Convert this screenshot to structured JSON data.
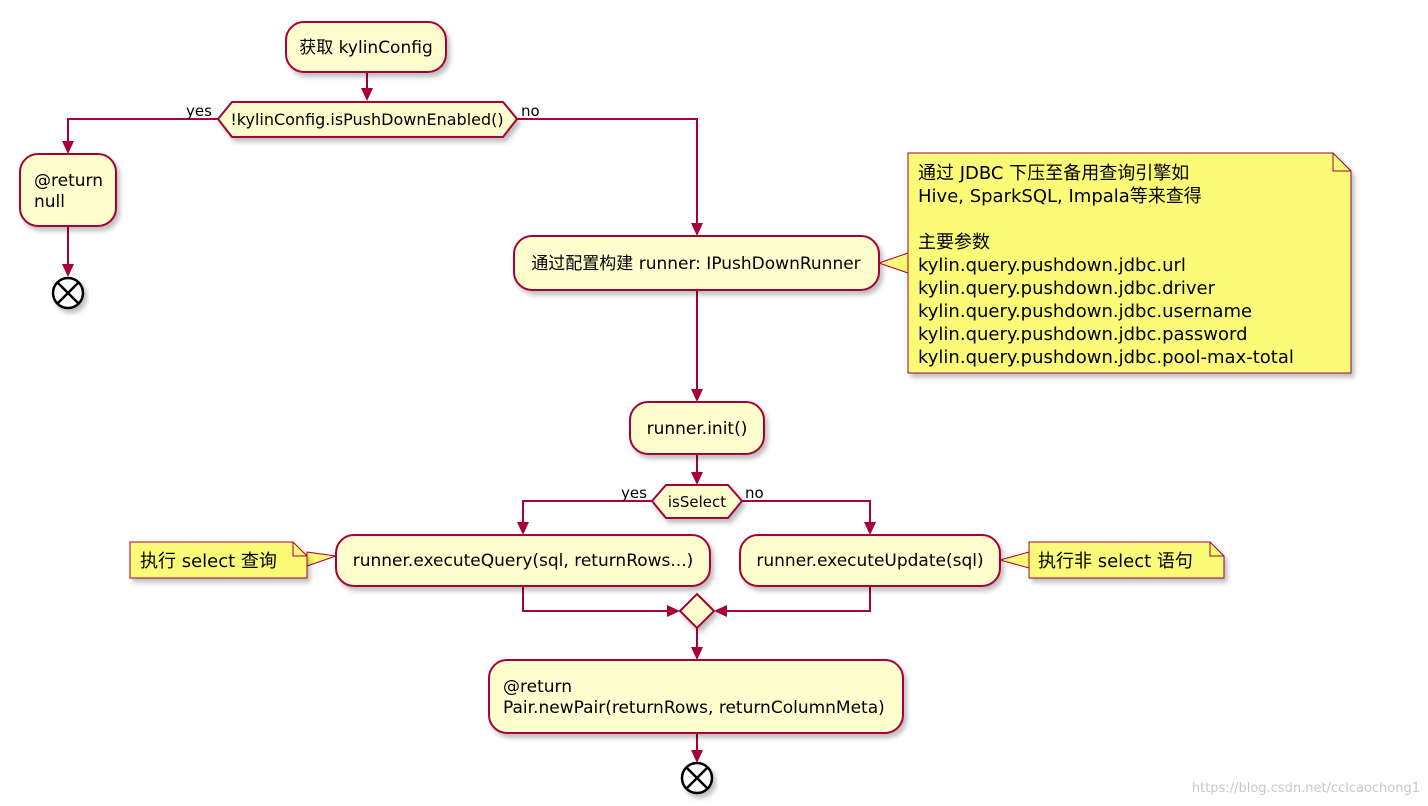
{
  "colors": {
    "line": "#A80036",
    "activity_fill": "#FEFECE",
    "note_fill": "#FBFB77",
    "shadow": "#c9c9c9"
  },
  "nodes": {
    "get_config": "获取 kylinConfig",
    "decision_pushdown": "!kylinConfig.isPushDownEnabled()",
    "return_null": [
      "@return",
      "null"
    ],
    "build_runner": "通过配置构建 runner: IPushDownRunner",
    "runner_init": "runner.init()",
    "decision_select": "isSelect",
    "execute_query": "runner.executeQuery(sql, returnRows...)",
    "execute_update": "runner.executeUpdate(sql)",
    "return_pair": [
      "@return",
      "Pair.newPair(returnRows, returnColumnMeta)"
    ]
  },
  "branches": {
    "pushdown_yes": "yes",
    "pushdown_no": "no",
    "select_yes": "yes",
    "select_no": "no"
  },
  "notes": {
    "jdbc_note": [
      "通过 JDBC 下压至备用查询引擎如",
      "Hive, SparkSQL, Impala等来查得",
      "",
      "主要参数",
      "kylin.query.pushdown.jdbc.url",
      "kylin.query.pushdown.jdbc.driver",
      "kylin.query.pushdown.jdbc.username",
      "kylin.query.pushdown.jdbc.password",
      "kylin.query.pushdown.jdbc.pool-max-total"
    ],
    "select_note": "执行 select 查询",
    "update_note": "执行非 select 语句"
  },
  "watermark": "https://blog.csdn.net/cclcaochong1"
}
